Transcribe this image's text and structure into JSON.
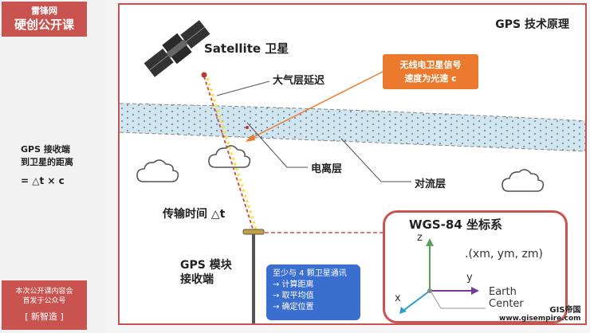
{
  "sidebar": {
    "brand_line1": "雷锋网",
    "brand_line2": "硬创公开课",
    "text_line1": "GPS 接收端",
    "text_line2": "到卫星的距离",
    "formula": "= △t × c",
    "notice_line1": "本次公开课内容会",
    "notice_line2": "首发于公众号",
    "notice_line3": "[ 新智造 ]"
  },
  "diagram": {
    "title": "GPS 技术原理",
    "satellite_label": "Satellite 卫星",
    "atmosphere_label": "大气层延迟",
    "callout_line1": "无线电卫星信号",
    "callout_line2": "速度为光速 c",
    "ionosphere_label": "电离层",
    "troposphere_label": "对流层",
    "transmit_time_label": "传输时间 △t",
    "gps_module_line1": "GPS 模块",
    "gps_module_line2": "接收端",
    "info_lines": [
      "至少与 4 颗卫星通讯",
      "→ 计算距离",
      "→ 取平均值",
      "→ 确定位置"
    ],
    "wgs_title": "WGS-84 坐标系",
    "axis_z": "z",
    "axis_y": "y",
    "axis_x": "x",
    "point_label": ".(xm, ym, zm)",
    "earth_center_line1": "Earth",
    "earth_center_line2": "Center"
  },
  "watermark": {
    "line1": "GIS帝国",
    "line2": "www.gisempire.com"
  },
  "colors": {
    "red": "#c9534f",
    "orange": "#ec7a2e",
    "blue": "#3b6fcf",
    "band": "#cfe6f1",
    "axis_green": "#5aa05a",
    "axis_purple": "#7a3a9a",
    "axis_cyan": "#2a9fc9"
  }
}
